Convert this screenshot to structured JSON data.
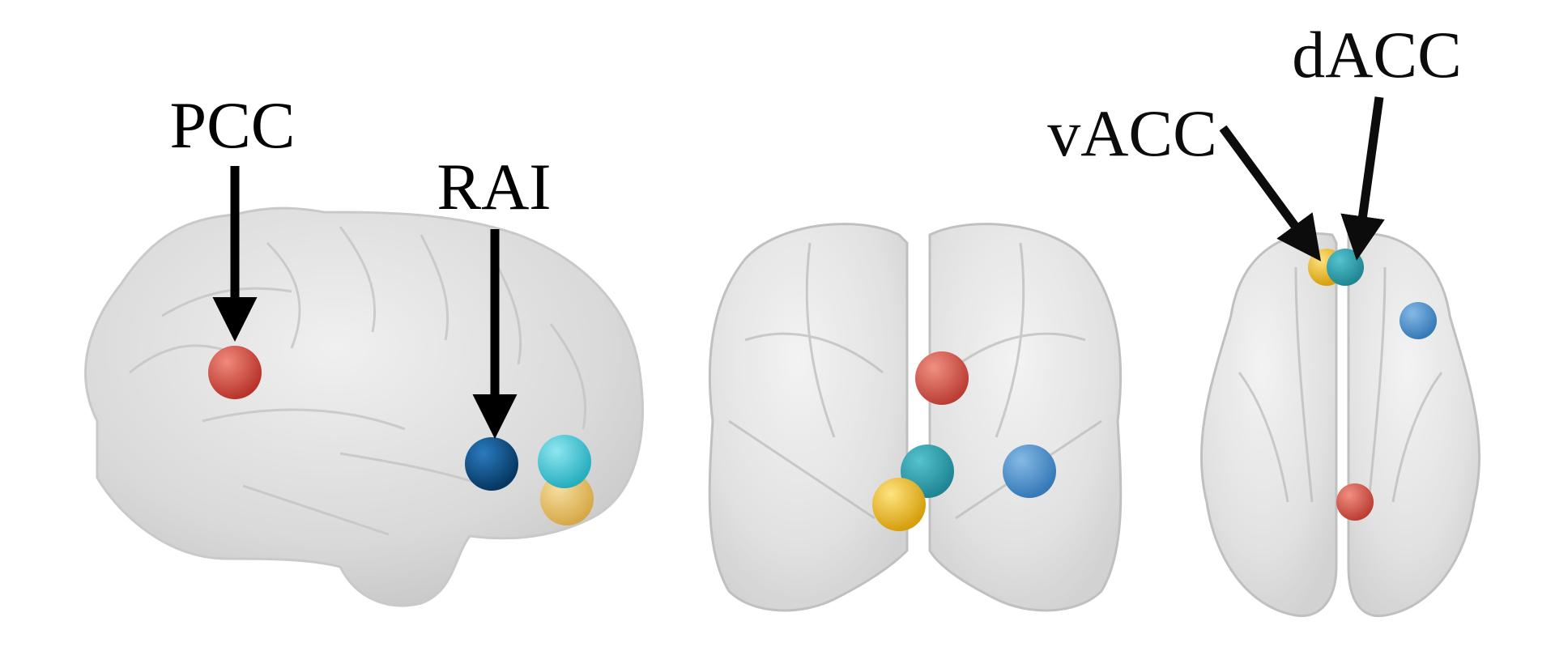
{
  "labels": {
    "pcc": "PCC",
    "rai": "RAI",
    "vacc": "vACC",
    "dacc": "dACC"
  },
  "colors": {
    "pcc": "#c0392b",
    "rai": "#0b4f86",
    "vacc": "#f2b705",
    "dacc": "#1ba6b8",
    "lateral_blue": "#3a86c8",
    "brain_fill": "#d9d9d9",
    "brain_stroke": "#bdbdbd",
    "arrow": "#000000"
  }
}
